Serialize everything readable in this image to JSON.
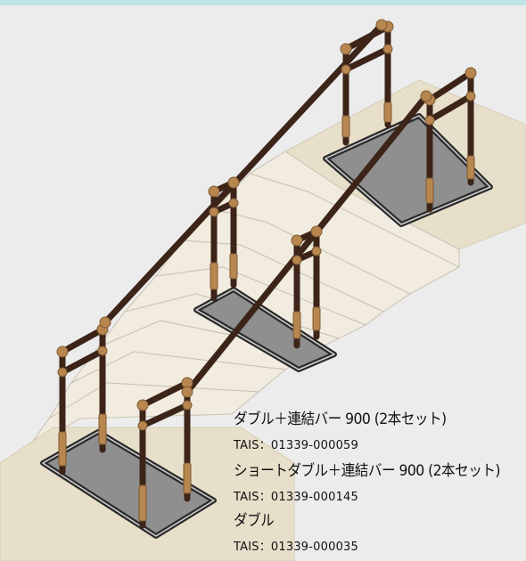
{
  "products": [
    {
      "name": "ダブル＋連結バー 900 (2本セット)",
      "tais_code": "TAIS：01339-000059"
    },
    {
      "name": "ショートダブル＋連結バー 900 (2本セット)",
      "tais_code": "TAIS：01339-000145"
    },
    {
      "name": "ダブル",
      "tais_code": "TAIS：01339-000035"
    }
  ],
  "colors": {
    "background": "#ececec",
    "top_strip": "#bfe3e8",
    "floor": "#e8dfca",
    "stair_tread": "#f1ecdf",
    "stair_riser": "#e6e3db",
    "base_plate": "#8f8f8f",
    "base_border": "#2b2b2b",
    "rail_pipe": "#3d2419",
    "joint": "#b8864f"
  }
}
